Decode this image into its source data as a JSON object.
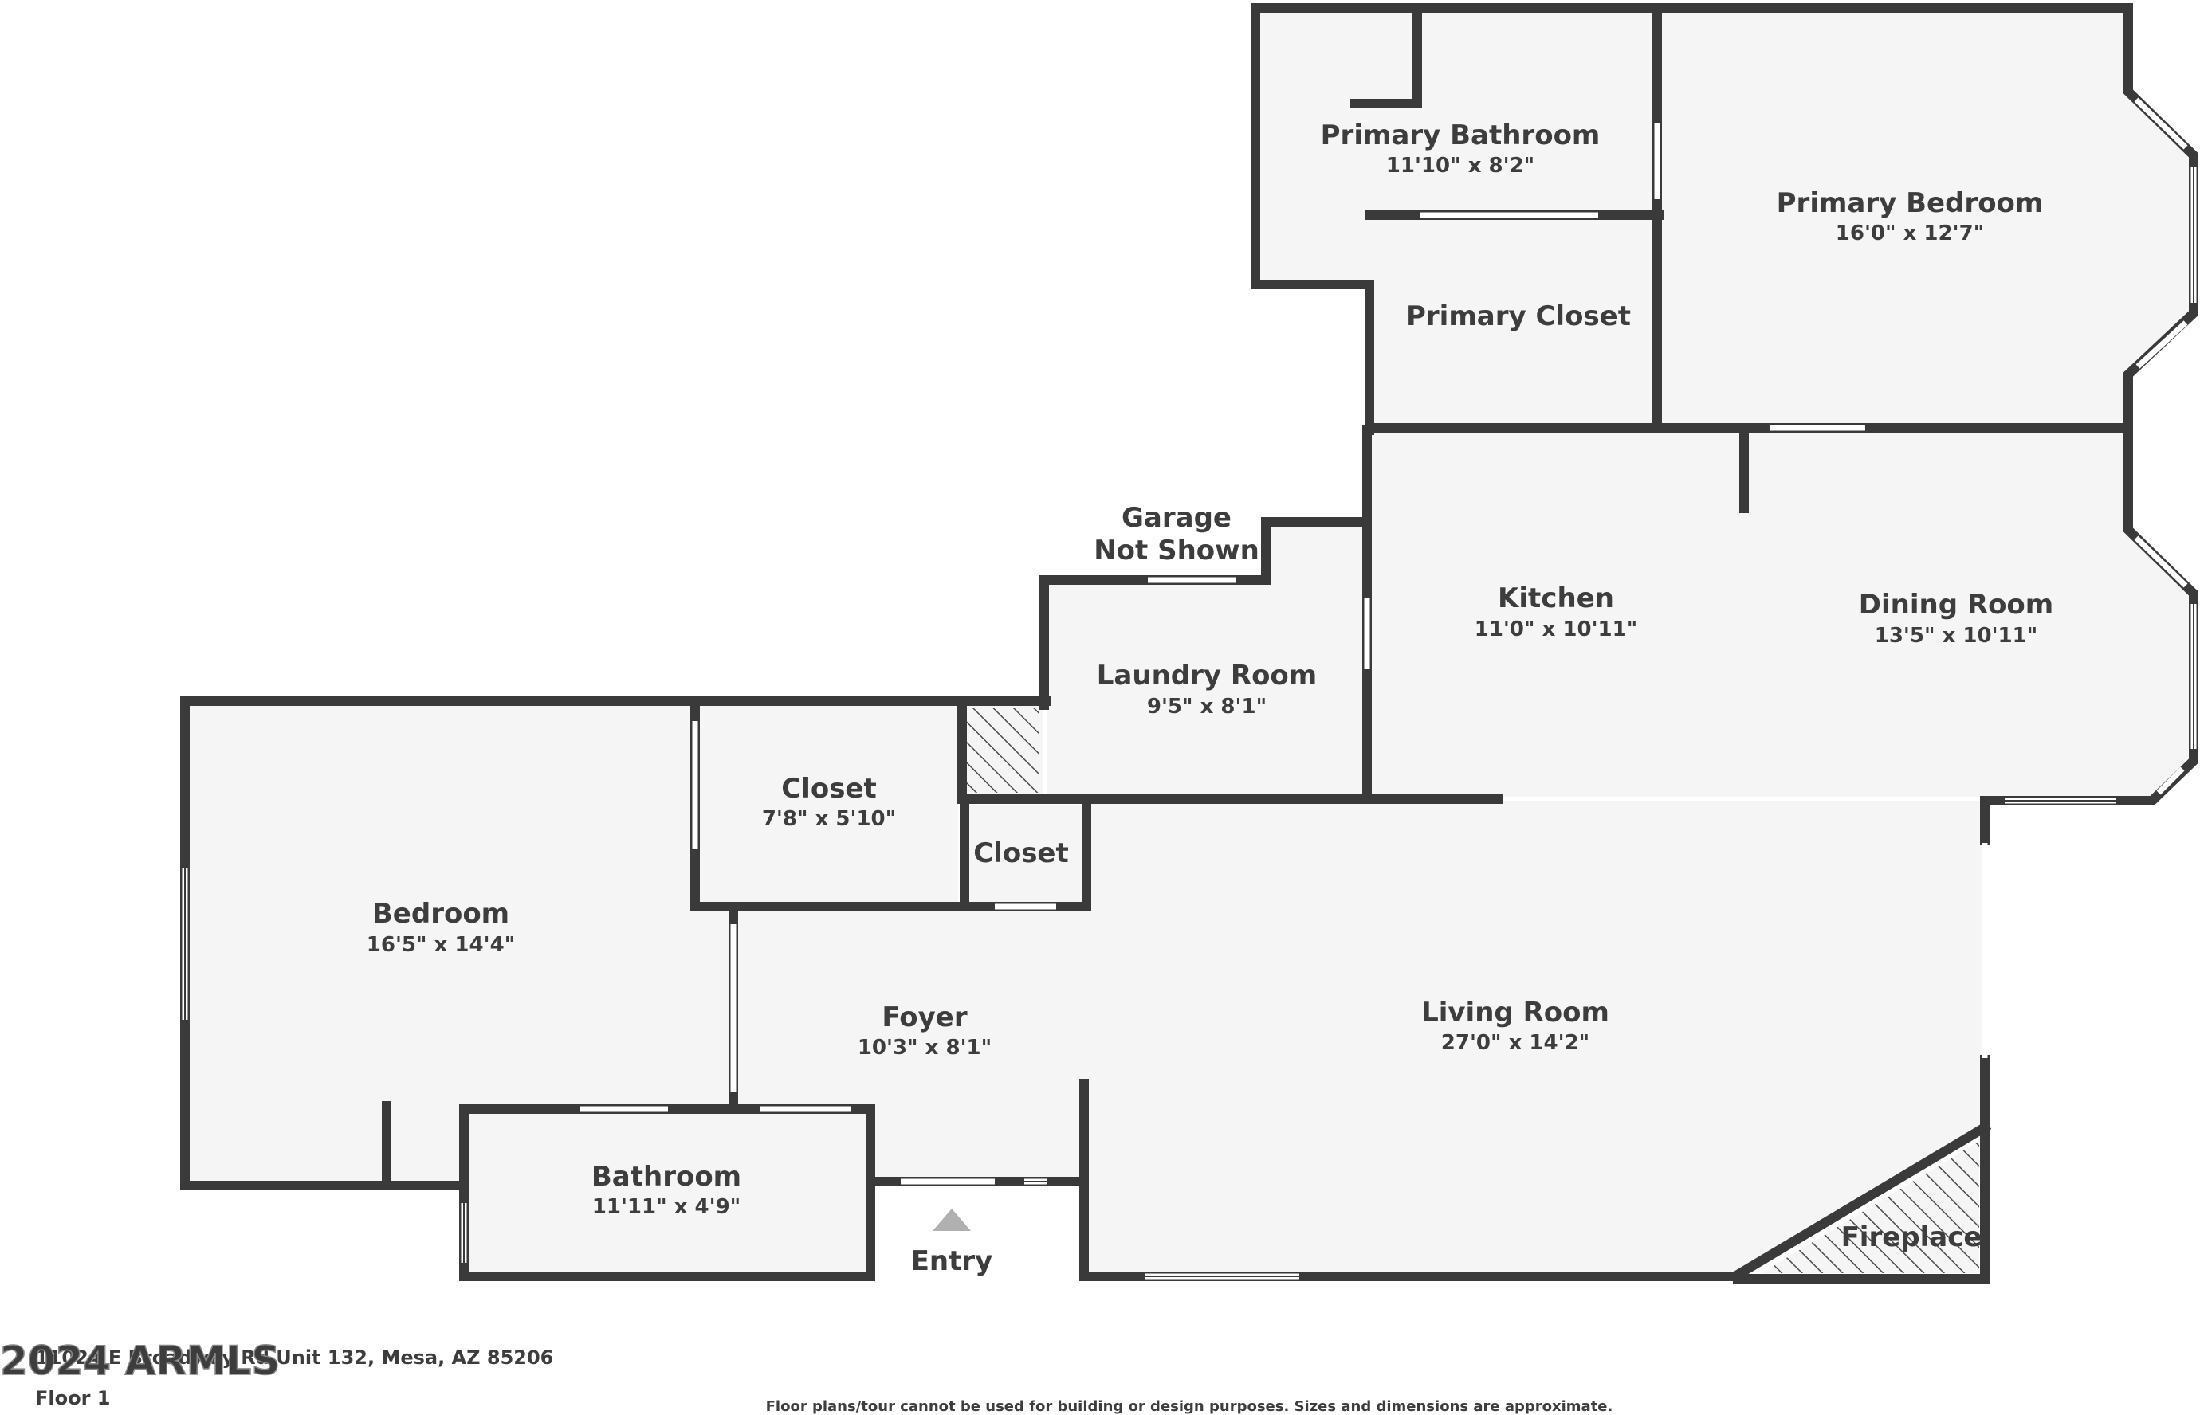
{
  "colors": {
    "wall": "#3a3a3a",
    "floor": "#f5f5f5",
    "text": "#3d3d3d",
    "window": "#ffffff",
    "hatch": "#4a4a4a",
    "watermark": "#888888"
  },
  "rooms": {
    "primary_bathroom": {
      "name": "Primary Bathroom",
      "dims": "11'10\" x 8'2\""
    },
    "primary_bedroom": {
      "name": "Primary Bedroom",
      "dims": "16'0\" x 12'7\""
    },
    "primary_closet": {
      "name": "Primary Closet"
    },
    "garage": {
      "line1": "Garage",
      "line2": "Not Shown"
    },
    "kitchen": {
      "name": "Kitchen",
      "dims": "11'0\" x 10'11\""
    },
    "dining_room": {
      "name": "Dining Room",
      "dims": "13'5\" x 10'11\""
    },
    "laundry_room": {
      "name": "Laundry Room",
      "dims": "9'5\" x 8'1\""
    },
    "closet_large": {
      "name": "Closet",
      "dims": "7'8\" x 5'10\""
    },
    "closet_small": {
      "name": "Closet"
    },
    "bedroom": {
      "name": "Bedroom",
      "dims": "16'5\" x 14'4\""
    },
    "foyer": {
      "name": "Foyer",
      "dims": "10'3\" x 8'1\""
    },
    "living_room": {
      "name": "Living Room",
      "dims": "27'0\" x 14'2\""
    },
    "bathroom": {
      "name": "Bathroom",
      "dims": "11'11\" x 4'9\""
    },
    "fireplace": {
      "name": "Fireplace"
    }
  },
  "entry": {
    "label": "Entry"
  },
  "footer": {
    "address": "11024 E Broadway Rd Unit 132, Mesa, AZ 85206",
    "watermark": "2024 ARMLS",
    "floor": "Floor 1",
    "disclaimer": "Floor plans/tour cannot be used for building or design purposes. Sizes and dimensions are approximate."
  }
}
